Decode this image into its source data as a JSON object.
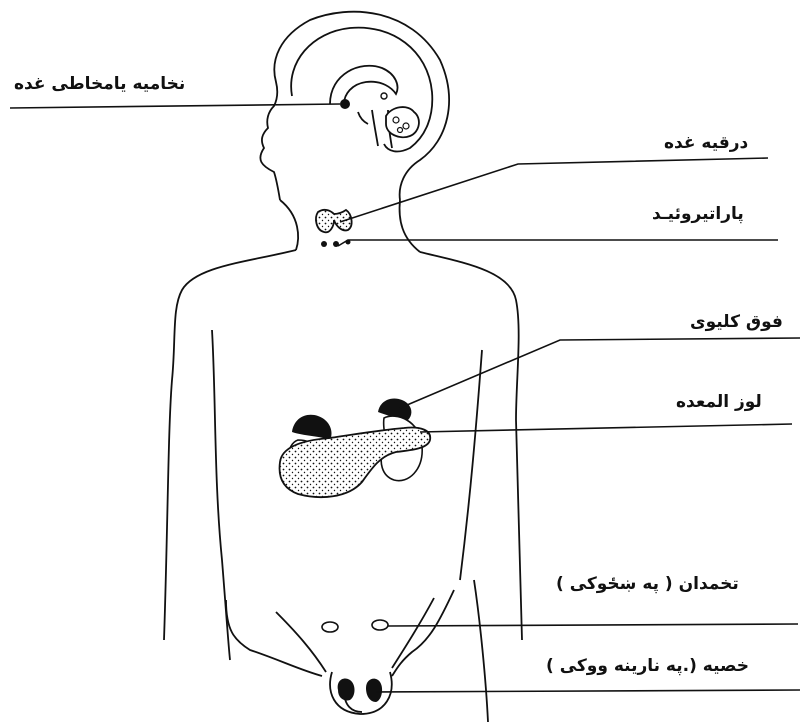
{
  "labels": {
    "pituitary": "نخامیه یامخاطی غده",
    "thyroid": "درقیه غده",
    "parathyroid": "پاراتیروئیـد",
    "adrenal": "فوق کلیوی",
    "pancreas": "لوز المعده",
    "ovaries": "تخمدان ( په ښځوکی )",
    "testes": "خصیه (.په نارینه ووکی )"
  },
  "colors": {
    "ink": "#111111",
    "paper": "#ffffff"
  }
}
